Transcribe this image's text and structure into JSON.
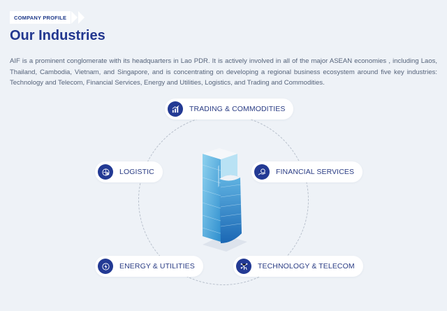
{
  "header": {
    "tag": "COMPANY PROFILE",
    "title": "Our Industries"
  },
  "intro": {
    "text": "AIF is a prominent conglomerate with its headquarters in Lao PDR. It is actively involved in all of the major ASEAN economies , including Laos, Thailand, Cambodia, Vietnam, and Singapore, and is concentrating on developing a regional business ecosystem around five key industries: Technology and Telecom, Financial Services, Energy and Utilities, Logistics, and Trading and Commodities."
  },
  "industries": {
    "trading": {
      "label": "TRADING & COMMODITIES",
      "icon": "bar-chart-icon"
    },
    "logistic": {
      "label": "LOGISTIC",
      "icon": "logistics-icon"
    },
    "financial": {
      "label": "FINANCIAL SERVICES",
      "icon": "coin-hand-icon"
    },
    "energy": {
      "label": "ENERGY & UTILITIES",
      "icon": "energy-icon"
    },
    "tech": {
      "label": "TECHNOLOGY & TELECOM",
      "icon": "touch-network-icon"
    }
  },
  "colors": {
    "background": "#eef2f7",
    "accent": "#233a94",
    "title": "#22378f",
    "text": "#55637a"
  }
}
